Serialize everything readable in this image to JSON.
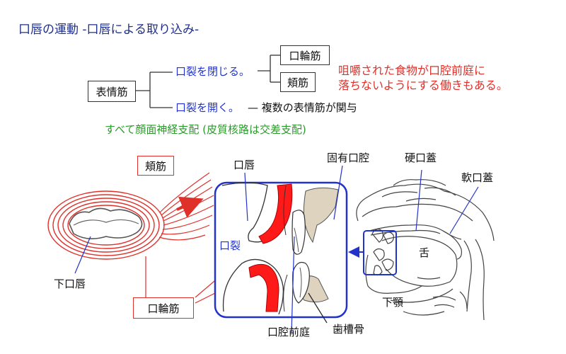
{
  "title": "口唇の運動 -口唇による取り込み-",
  "tree": {
    "root": "表情筋",
    "close_label": "口裂を閉じる。",
    "close_muscles": [
      "口輪筋",
      "頬筋"
    ],
    "open_label": "口裂を開く。",
    "open_note": "— 複数の表情筋が関与"
  },
  "red_note": [
    "咀嚼された食物が口腔前庭に",
    "落ちないようにする働きもある。"
  ],
  "green_note": "すべて顔面神経支配 (皮質核路は交差支配)",
  "diagram_labels": {
    "buccinator": "頬筋",
    "orbicularis": "口輪筋",
    "lower_lip": "下口唇",
    "lips": "口唇",
    "oral_fissure": "口裂",
    "oral_cavity_proper": "固有口腔",
    "hard_palate": "硬口蓋",
    "soft_palate": "軟口蓋",
    "tongue": "舌",
    "mandible": "下顎",
    "vestibule": "口腔前庭",
    "alveolar_bone": "歯槽骨"
  },
  "colors": {
    "title": "#1f2f8c",
    "blue": "#2233cc",
    "red": "#e0302a",
    "green": "#2a9a2a",
    "bone": "#ddd3bf"
  }
}
